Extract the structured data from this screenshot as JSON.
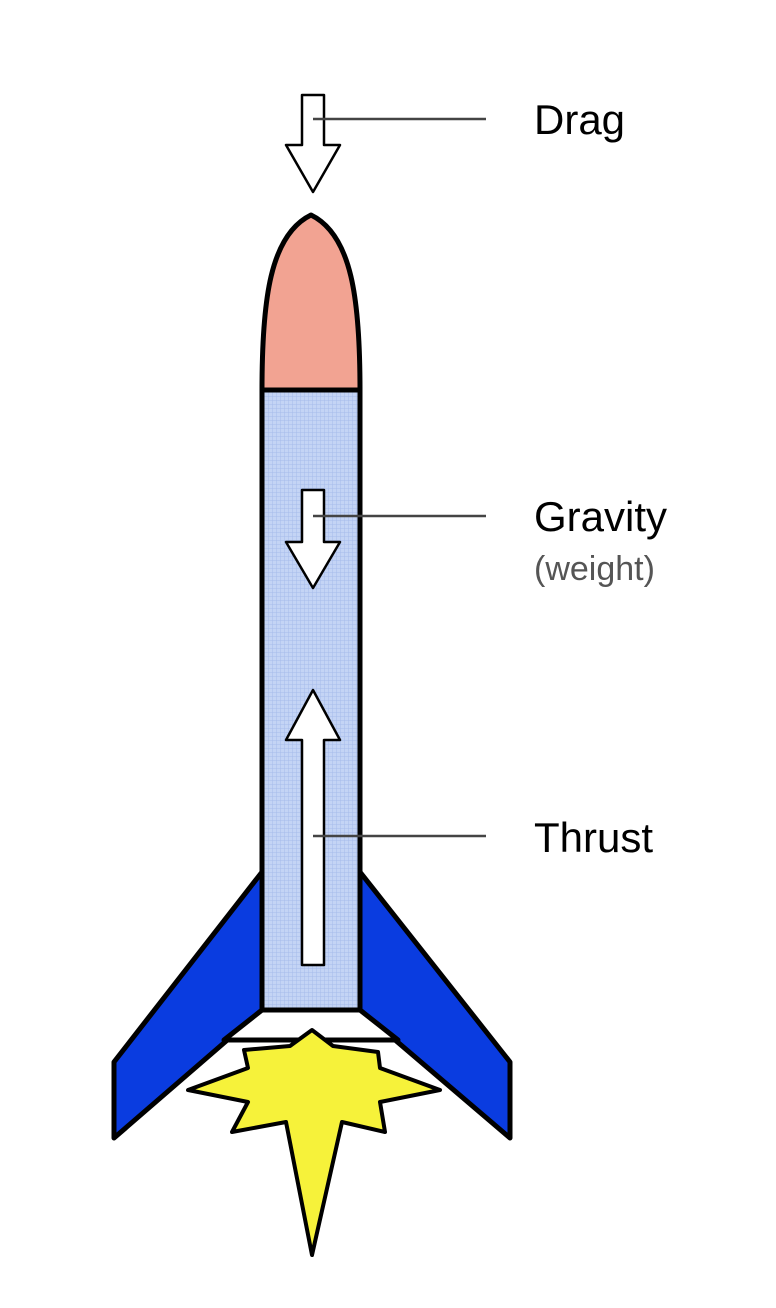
{
  "labels": {
    "drag": "Drag",
    "gravity": "Gravity",
    "weight": "(weight)",
    "thrust": "Thrust"
  },
  "colors": {
    "nose_cone": "#F2A392",
    "body_fill": "#C4D4F5",
    "body_grid": "#A6BBEA",
    "fins": "#0A3CE0",
    "flame": "#F6F23A",
    "arrow_fill": "#FFFFFF",
    "outline": "#000000",
    "leader_line": "#444444",
    "subtext": "#555555"
  }
}
